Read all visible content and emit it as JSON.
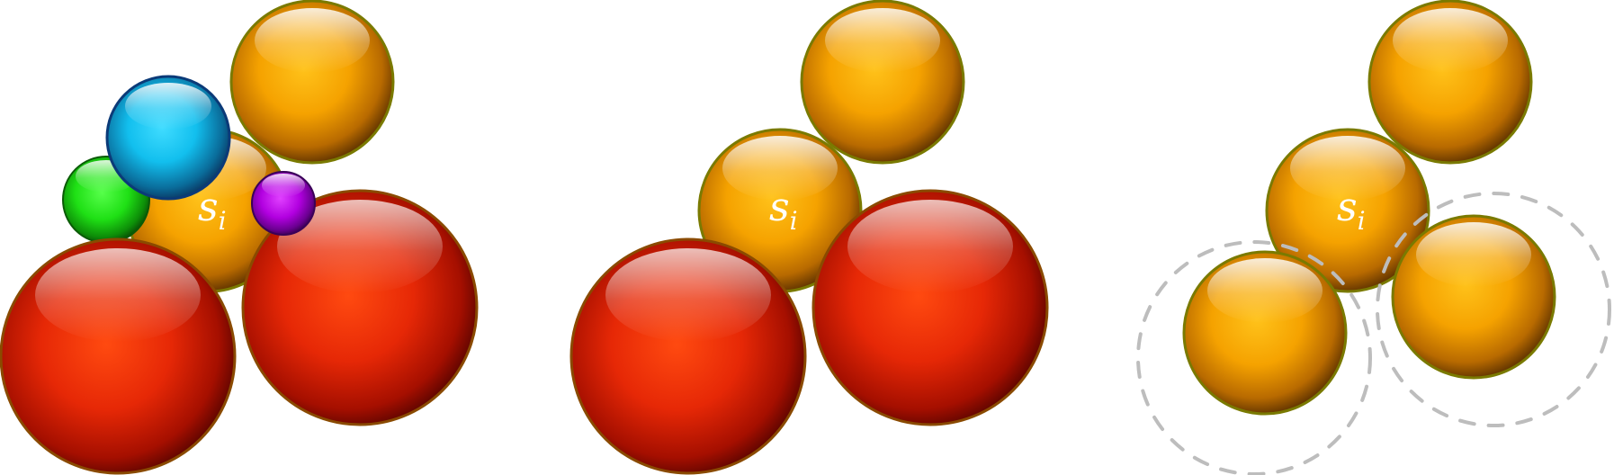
{
  "label_main": "s",
  "label_sub": "i",
  "colors": {
    "orange": "#f3a100",
    "red": "#e32a06",
    "cyan": "#18c6f2",
    "green": "#23e21a",
    "purple": "#b000e0",
    "dashed_outline": "#bdbdbd"
  },
  "panels": [
    {
      "name": "panel-left",
      "spheres": [
        "orange",
        "orange",
        "cyan",
        "green",
        "purple",
        "red",
        "red"
      ]
    },
    {
      "name": "panel-middle",
      "spheres": [
        "orange",
        "orange",
        "red",
        "red"
      ]
    },
    {
      "name": "panel-right",
      "spheres": [
        "orange",
        "orange",
        "orange",
        "orange"
      ],
      "dashed_circles": 2
    }
  ]
}
